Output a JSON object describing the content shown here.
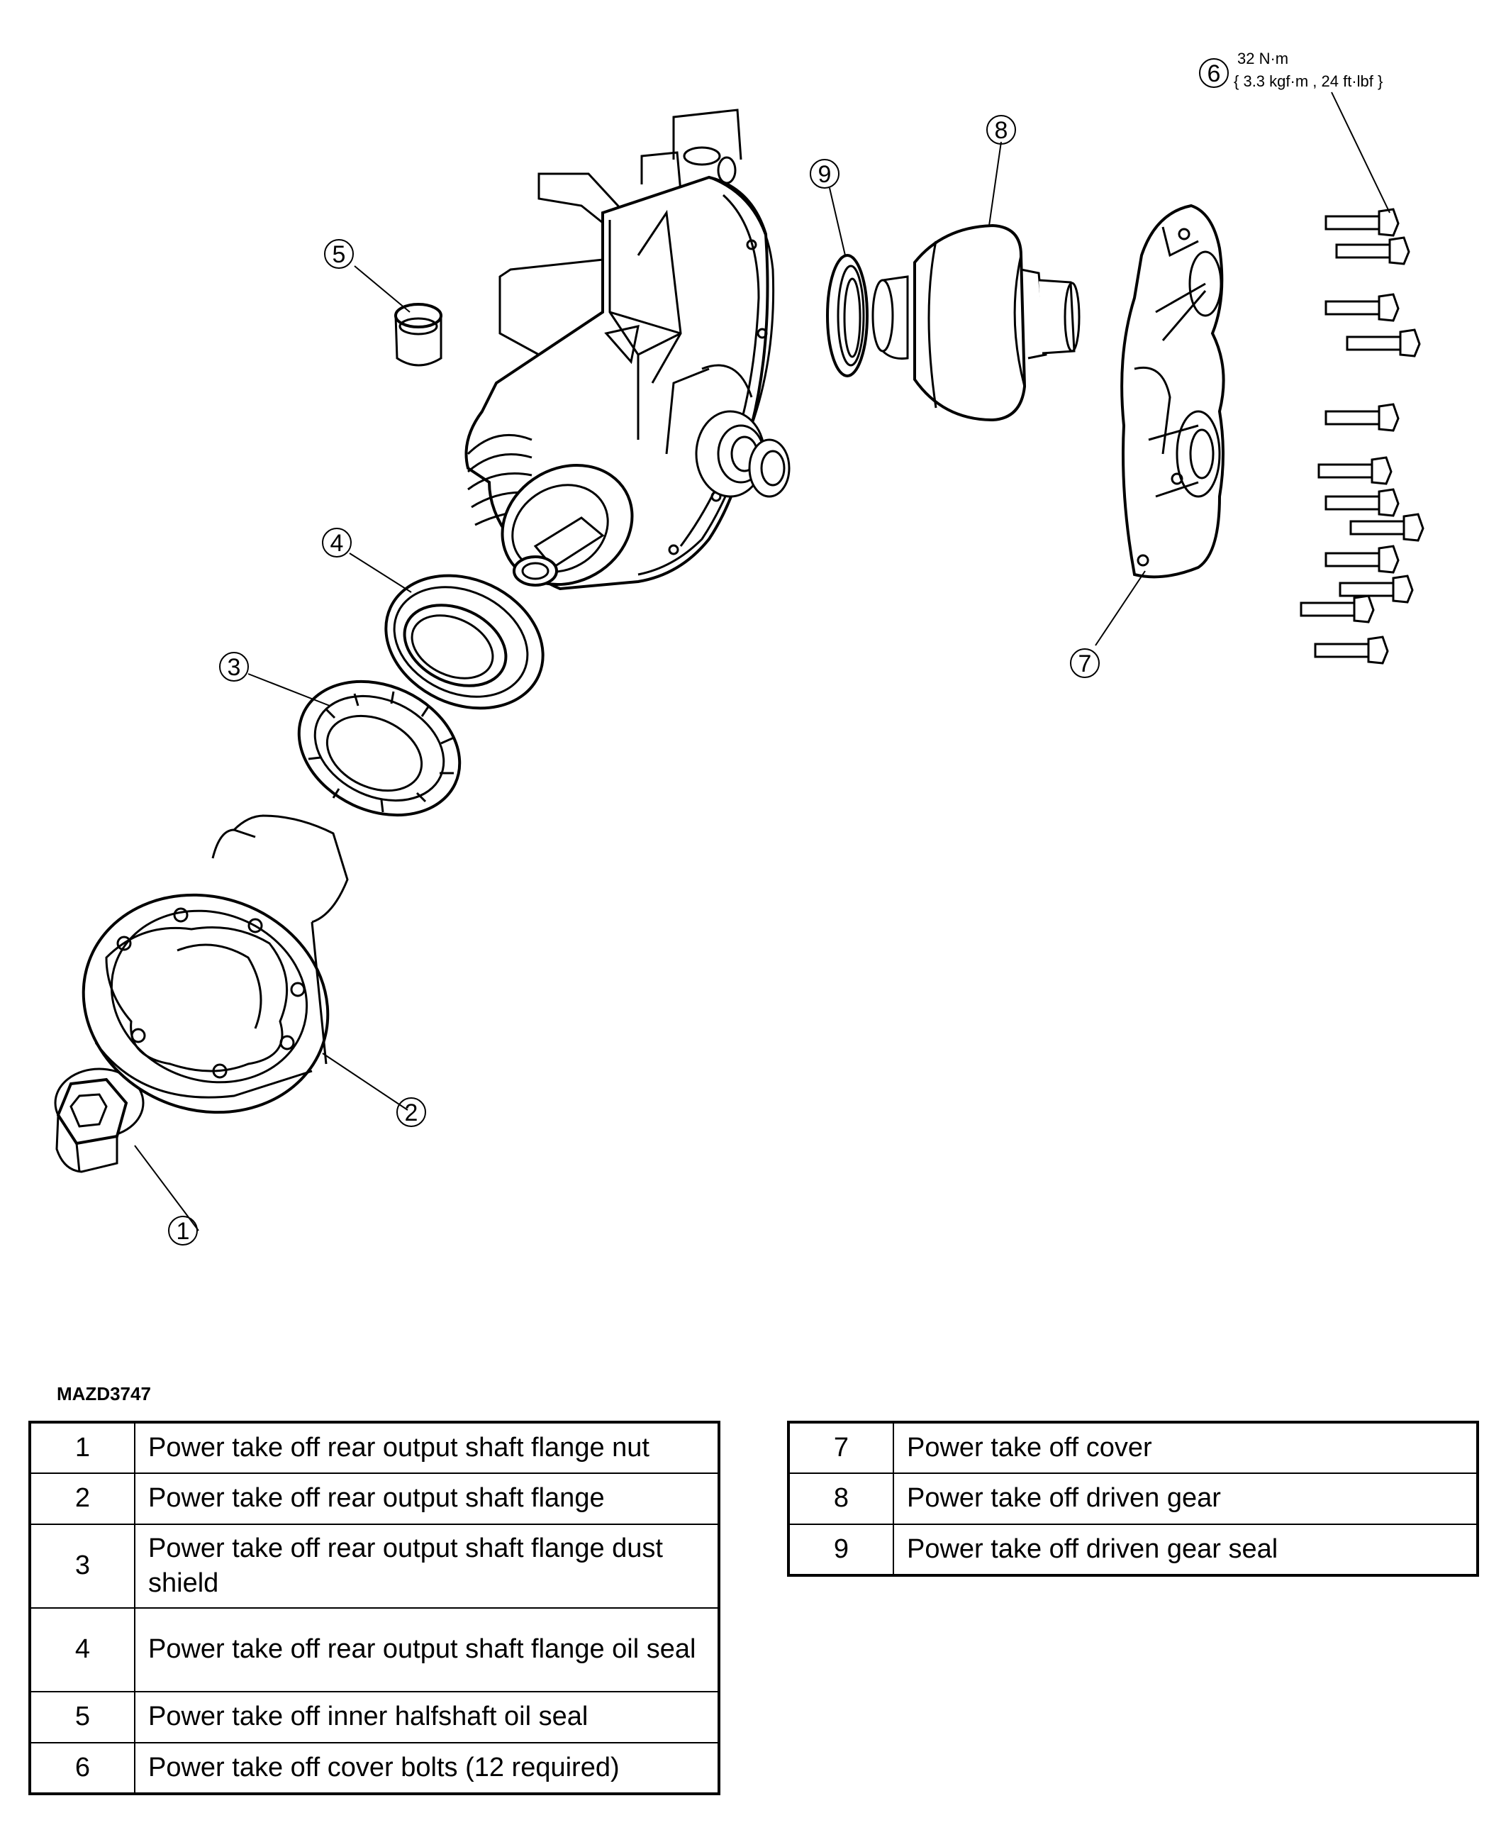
{
  "figure_code": "MAZD3747",
  "torque": {
    "callout": "6",
    "line1": "32 N·m",
    "line2": "{ 3.3 kgf·m , 24 ft·lbf }"
  },
  "callouts": [
    "1",
    "2",
    "3",
    "4",
    "5",
    "6",
    "7",
    "8",
    "9"
  ],
  "parts_left": [
    {
      "num": "1",
      "desc": "Power take off rear output shaft flange nut"
    },
    {
      "num": "2",
      "desc": "Power take off rear output shaft flange"
    },
    {
      "num": "3",
      "desc": "Power take off rear output shaft flange dust shield"
    },
    {
      "num": "4",
      "desc": "Power take off rear output shaft flange oil seal"
    },
    {
      "num": "5",
      "desc": "Power take off inner halfshaft oil seal"
    },
    {
      "num": "6",
      "desc": "Power take off cover bolts (12 required)"
    }
  ],
  "parts_right": [
    {
      "num": "7",
      "desc": "Power take off cover"
    },
    {
      "num": "8",
      "desc": "Power take off driven gear"
    },
    {
      "num": "9",
      "desc": "Power take off driven gear seal"
    }
  ],
  "colors": {
    "line": "#000000",
    "background": "#ffffff"
  }
}
